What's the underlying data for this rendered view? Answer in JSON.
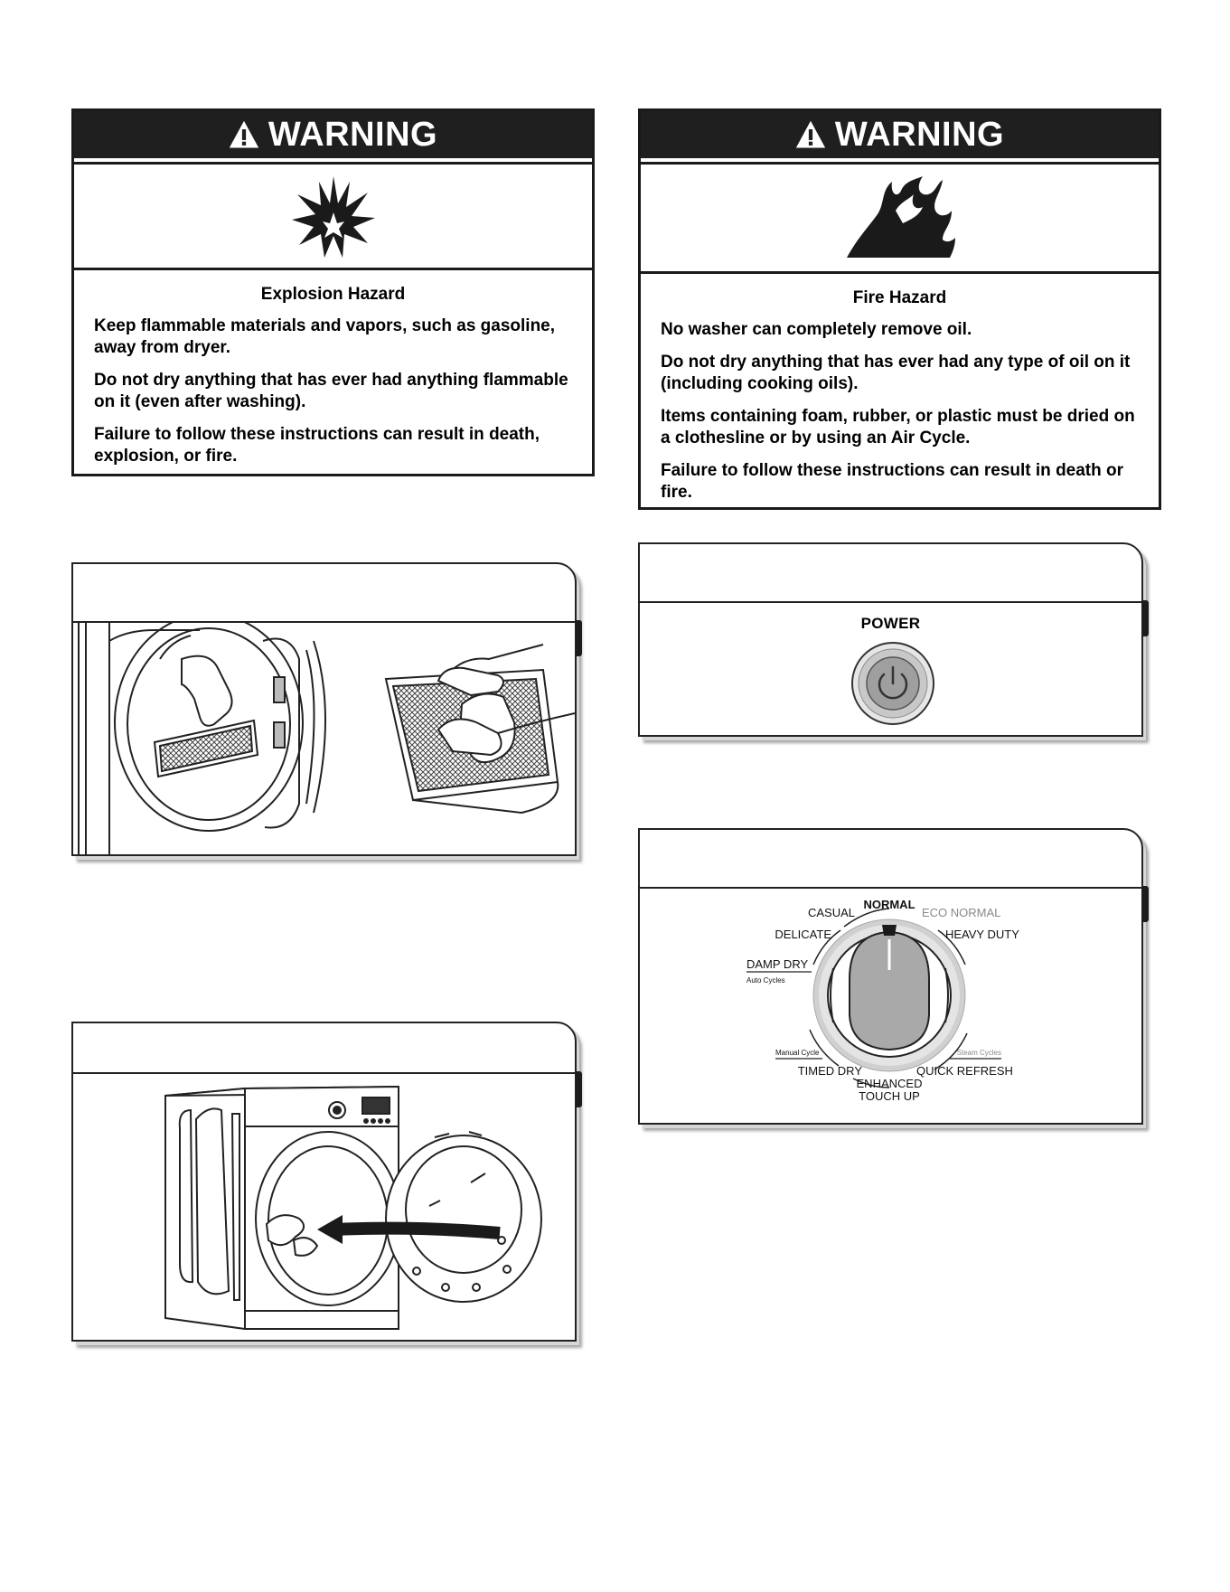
{
  "warning_left": {
    "banner_label": "WARNING",
    "symbol_icon": "explosion-icon",
    "hazard_title": "Explosion Hazard",
    "paragraphs": [
      "Keep flammable materials and vapors, such as gasoline, away from dryer.",
      "Do not dry anything that has ever had anything flammable on it (even after washing).",
      "Failure to follow these instructions can result in death, explosion, or fire."
    ]
  },
  "warning_right": {
    "banner_label": "WARNING",
    "symbol_icon": "fire-icon",
    "hazard_title": "Fire Hazard",
    "paragraphs": [
      "No washer can completely remove oil.",
      "Do not dry anything that has ever had any type of oil on it (including cooking oils).",
      "Items containing foam, rubber, or plastic must be dried on a clothesline or by using an Air Cycle.",
      "Failure to follow these instructions can result in death or fire."
    ]
  },
  "power_panel": {
    "power_label": "POWER"
  },
  "cycle_knob": {
    "labels": {
      "normal": "NORMAL",
      "casual": "CASUAL",
      "eco_normal": "ECO NORMAL",
      "delicate": "DELICATE",
      "heavy_duty": "HEAVY DUTY",
      "damp_dry": "DAMP DRY",
      "auto_cycles": "Auto Cycles",
      "manual_cycle": "Manual Cycle",
      "steam_cycles": "Steam Cycles",
      "timed_dry": "TIMED DRY",
      "quick_refresh": "QUICK REFRESH",
      "enhanced": "ENHANCED",
      "touch_up": "TOUCH UP"
    }
  },
  "colors": {
    "banner": "#1f1f1f",
    "knob_ring": "#c9c9c9",
    "knob_body": "#a9a9a9",
    "eco_label": "#8a8a8a"
  }
}
